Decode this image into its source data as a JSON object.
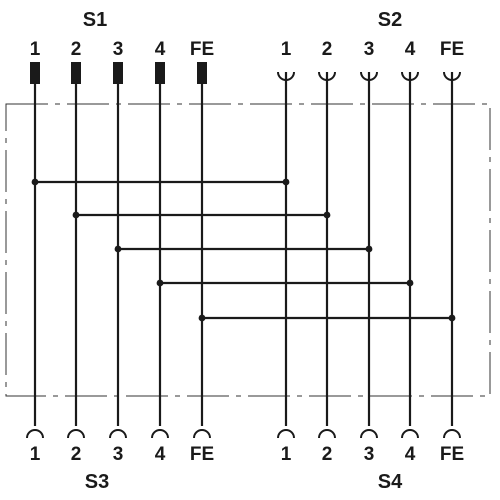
{
  "connectors": {
    "s1": {
      "label": "S1",
      "type": "pin",
      "pins": [
        "1",
        "2",
        "3",
        "4",
        "FE"
      ]
    },
    "s2": {
      "label": "S2",
      "type": "socket",
      "pins": [
        "1",
        "2",
        "3",
        "4",
        "FE"
      ]
    },
    "s3": {
      "label": "S3",
      "type": "socket",
      "pins": [
        "1",
        "2",
        "3",
        "4",
        "FE"
      ]
    },
    "s4": {
      "label": "S4",
      "type": "socket",
      "pins": [
        "1",
        "2",
        "3",
        "4",
        "FE"
      ]
    }
  },
  "wiring": [
    {
      "from": "S1.1",
      "to": "S2.1"
    },
    {
      "from": "S1.2",
      "to": "S2.2"
    },
    {
      "from": "S1.3",
      "to": "S2.3"
    },
    {
      "from": "S1.4",
      "to": "S2.4"
    },
    {
      "from": "S1.FE",
      "to": "S2.FE"
    }
  ],
  "colors": {
    "line": "#1a1a1a",
    "frame": "#333333",
    "background": "#ffffff"
  }
}
